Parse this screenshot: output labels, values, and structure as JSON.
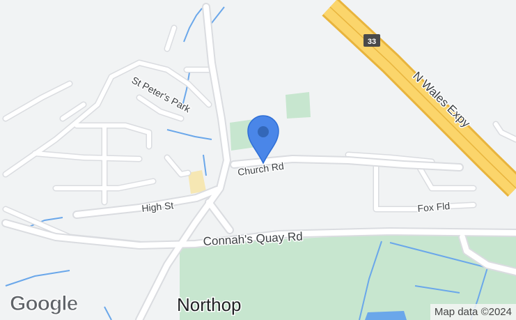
{
  "map": {
    "colors": {
      "background": "#f1f3f4",
      "road": "#ffffff",
      "road_casing": "#dadce0",
      "motorway": "#fbd56b",
      "motorway_casing": "#e8b43d",
      "water": "#6aa7ea",
      "park": "#c7e6cf",
      "marker": "#4a86e8",
      "marker_dot": "#3367b8",
      "shield": "#4a4a4a"
    },
    "roads": {
      "connahs_quay_rd": "Connah's Quay Rd",
      "church_rd": "Church Rd",
      "high_st": "High St",
      "st_peters_park": "St Peter's Park",
      "fox_fld": "Fox Fld",
      "n_wales_expy": "N Wales Expy"
    },
    "shield": "33",
    "place": "Northop",
    "marker_icon": "location-pin-icon"
  },
  "branding": {
    "logo": "Google",
    "attribution": "Map data ©2024"
  }
}
